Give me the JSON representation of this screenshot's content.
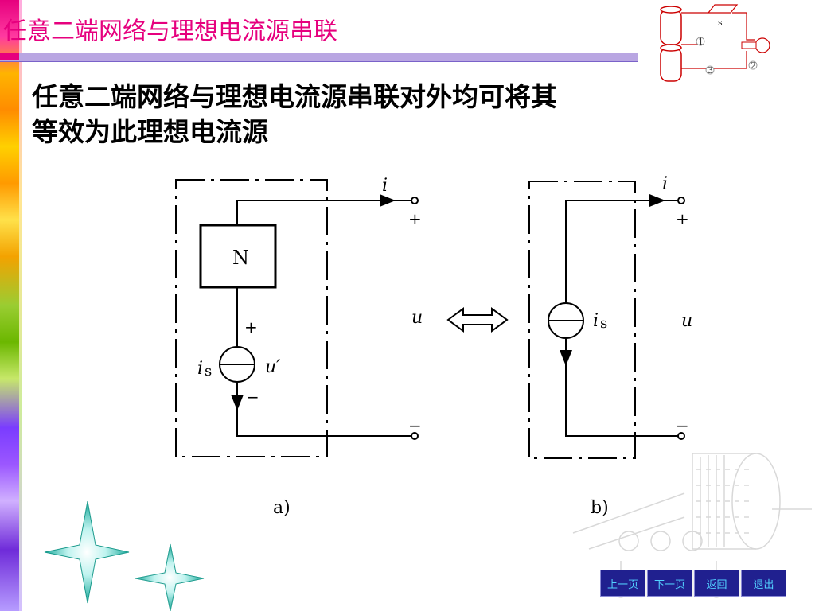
{
  "header": {
    "title": "任意二端网络与理想电流源串联"
  },
  "body": {
    "line1": "任意二端网络与理想电流源串联对外均可将其",
    "line2": "等效为此理想电流源"
  },
  "logo": {
    "switch_label": "s",
    "markers": [
      "1",
      "2",
      "3"
    ]
  },
  "circuit_a": {
    "box_label": "N",
    "current_label": "i",
    "plus_top": "+",
    "minus_bottom": "−",
    "voltage_label": "u",
    "source_label_i": "i",
    "source_label_sub": "s",
    "inner_plus": "+",
    "inner_minus": "−",
    "inner_voltage": "u′",
    "caption": "a)"
  },
  "circuit_b": {
    "current_label": "i",
    "plus_top": "+",
    "minus_bottom": "−",
    "voltage_label": "u",
    "source_label_i": "i",
    "source_label_sub": "s",
    "caption": "b)"
  },
  "nav": {
    "prev": "上一页",
    "next": "下一页",
    "back": "返回",
    "exit": "退出"
  },
  "colors": {
    "title": "#e6007e",
    "rule": "#b9a6e2",
    "nav_bg": "#20208f",
    "nav_text": "#52d1ff"
  }
}
